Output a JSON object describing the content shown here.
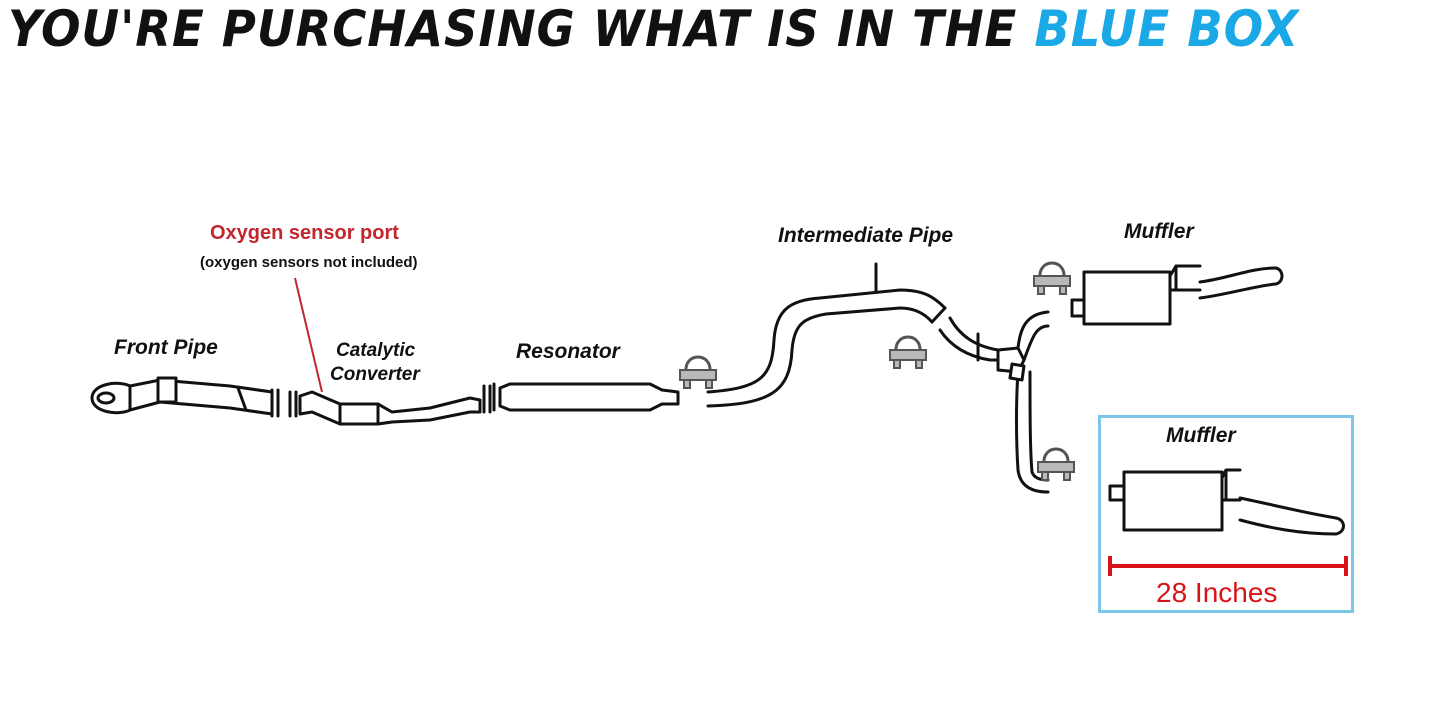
{
  "headline": {
    "prefix": "YOU'RE PURCHASING WHAT IS IN THE ",
    "highlight": "BLUE BOX"
  },
  "labels": {
    "front_pipe": "Front Pipe",
    "oxygen_port": "Oxygen sensor port",
    "oxygen_note": "(oxygen sensors not included)",
    "catalytic_line1": "Catalytic",
    "catalytic_line2": "Converter",
    "resonator": "Resonator",
    "intermediate_pipe": "Intermediate Pipe",
    "muffler_top": "Muffler",
    "muffler_boxed": "Muffler",
    "dimension": "28 Inches"
  },
  "colors": {
    "accent_blue": "#1aa8e6",
    "box_border": "#7cc6e8",
    "oxygen_red": "#c4262e",
    "dimension_red": "#d8141b"
  }
}
